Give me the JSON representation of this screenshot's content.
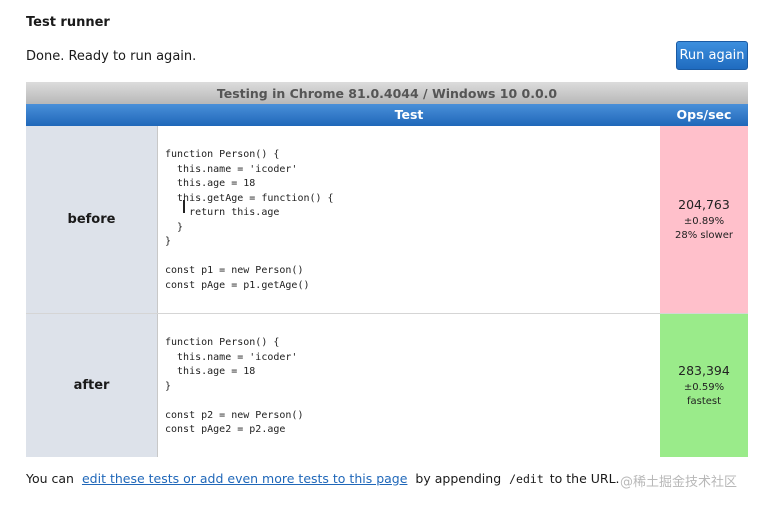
{
  "header": {
    "title": "Test runner",
    "status": "Done. Ready to run again.",
    "run_button_label": "Run again"
  },
  "results": {
    "browser": "Testing in Chrome 81.0.4044 / Windows 10 0.0.0",
    "columns": [
      "Test",
      "Ops/sec"
    ],
    "tests": [
      {
        "name": "before",
        "code_lines": [
          "function Person() {",
          "  this.name = 'icoder'",
          "  this.age = 18",
          "  this.getAge = function() {",
          "    return this.age",
          "  }",
          "}",
          "",
          "const p1 = new Person()",
          "const pAge = p1.getAge()"
        ],
        "ops": "204,763",
        "error": "±0.89%",
        "comparison": "28% slower",
        "color": "#ffc0cb"
      },
      {
        "name": "after",
        "code_lines": [
          "function Person() {",
          "  this.name = 'icoder'",
          "  this.age = 18",
          "}",
          "",
          "const p2 = new Person()",
          "const pAge2 = p2.age"
        ],
        "ops": "283,394",
        "error": "±0.59%",
        "comparison": "fastest",
        "color": "#9aeb8a"
      }
    ]
  },
  "footer": {
    "prefix": "You can",
    "link_text": "edit these tests or add even more tests to this page",
    "middle": "by appending",
    "code": "/edit",
    "suffix": "to the URL."
  },
  "watermark": "@稀土掘金技术社区"
}
